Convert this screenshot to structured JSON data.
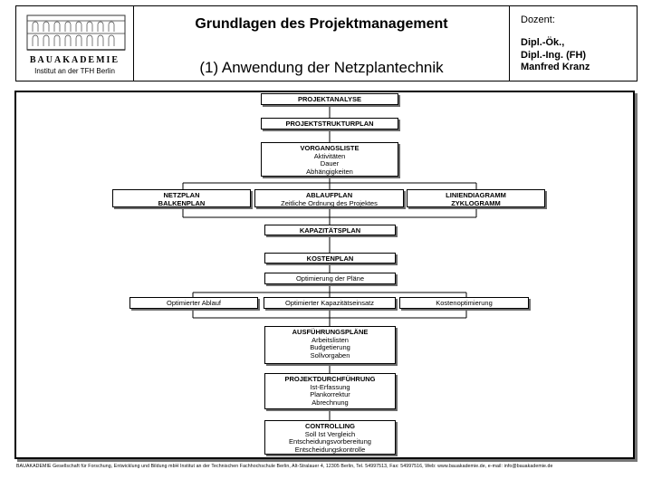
{
  "header": {
    "logo": {
      "name": "BAUAKADEMIE",
      "subtitle": "Institut an der TFH Berlin"
    },
    "title": "Grundlagen des Projektmanagement",
    "subtitle": "(1)  Anwendung der Netzplantechnik",
    "lecturer_label": "Dozent:",
    "lecturer_lines": [
      "Dipl.-Ök.,",
      "Dipl.-Ing. (FH)",
      "Manfred Kranz"
    ]
  },
  "diagram": {
    "projektanalyse": [
      "PROJEKTANALYSE"
    ],
    "projektstrukturplan": [
      "PROJEKTSTRUKTURPLAN"
    ],
    "vorgangsliste": [
      "VORGANGSLISTE",
      "Aktivitäten",
      "Dauer",
      "Abhängigkeiten"
    ],
    "netzplan": [
      "NETZPLAN",
      "BALKENPLAN"
    ],
    "ablaufplan": [
      "ABLAUFPLAN",
      "Zeitliche Ordnung des Projektes"
    ],
    "liniendiagramm": [
      "LINIENDIAGRAMM",
      "ZYKLOGRAMM"
    ],
    "kapazitaetsplan": [
      "KAPAZITÄTSPLAN"
    ],
    "kostenplan": [
      "KOSTENPLAN"
    ],
    "optimierung": [
      "Optimierung der Pläne"
    ],
    "opt_ablauf": [
      "Optimierter Ablauf"
    ],
    "opt_kapazitaet": [
      "Optimierter Kapazitätseinsatz"
    ],
    "kostenoptimierung": [
      "Kostenoptimierung"
    ],
    "ausfuehrungsplaene": [
      "AUSFÜHRUNGSPLÄNE",
      "Arbeitslisten",
      "Budgetierung",
      "Sollvorgaben"
    ],
    "projektdurchfuehrung": [
      "PROJEKTDURCHFÜHRUNG",
      "Ist-Erfassung",
      "Plankorrektur",
      "Abrechnung"
    ],
    "controlling": [
      "CONTROLLING",
      "Soll Ist Vergleich",
      "Entscheidungsvorbereitung",
      "Entscheidungskontrolle"
    ]
  },
  "footer": "BAUAKADEMIE Gesellschaft für Forschung, Entwicklung und Bildung mbH Institut an der Technischen Fachhochschule Berlin, Alt-Stralauer 4, 12305 Berlin, Tel. 54997513, Fax: 54997516, Web: www.bauakademie.de, e-mail: info@bauakademie.de"
}
